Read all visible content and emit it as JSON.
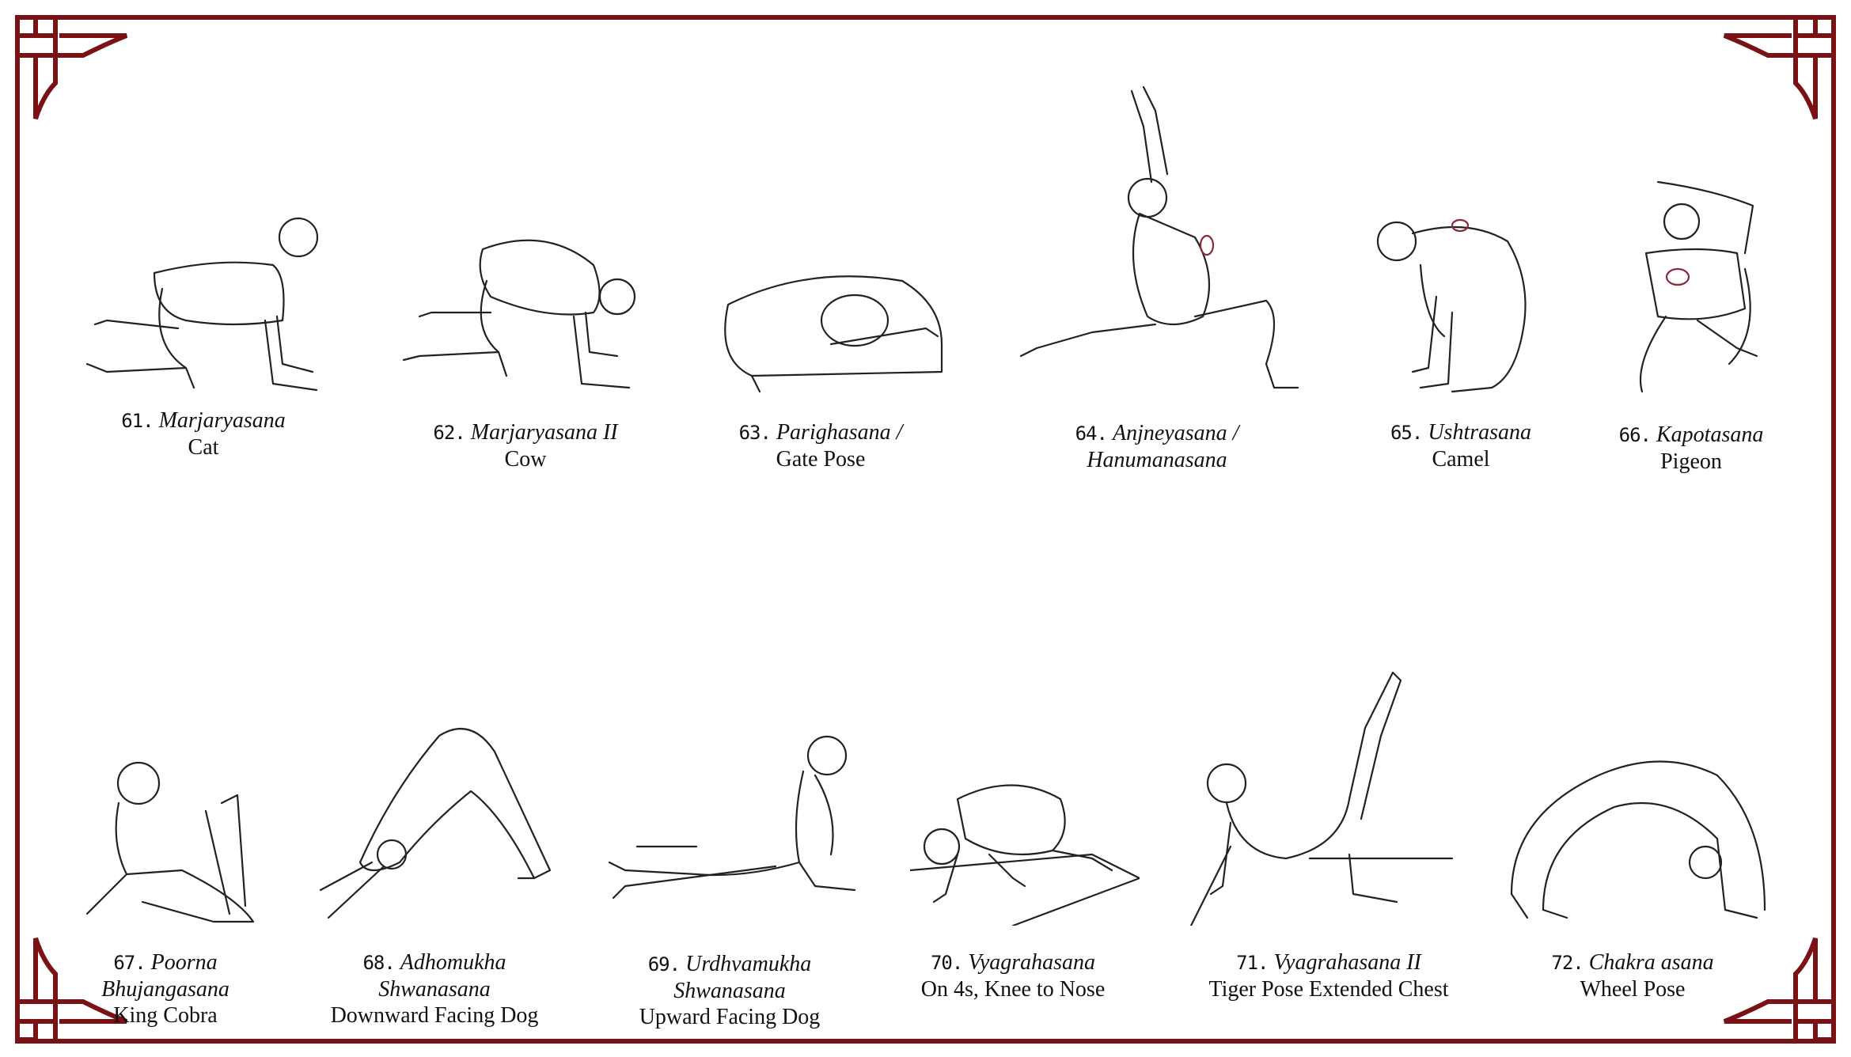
{
  "colors": {
    "border": "#7a1114",
    "line": "#222222",
    "lotus": "#8a2a3a"
  },
  "poses": [
    {
      "number": "61.",
      "sanskrit": "Marjaryasana",
      "english": "Cat"
    },
    {
      "number": "62.",
      "sanskrit": "Marjaryasana II",
      "english": "Cow"
    },
    {
      "number": "63.",
      "sanskrit": "Parighasana /",
      "english": "Gate Pose"
    },
    {
      "number": "64.",
      "sanskrit": "Anjneyasana /",
      "sanskrit2": "Hanumanasana"
    },
    {
      "number": "65.",
      "sanskrit": "Ushtrasana",
      "english": "Camel"
    },
    {
      "number": "66.",
      "sanskrit": "Kapotasana",
      "english": "Pigeon"
    },
    {
      "number": "67.",
      "sanskrit": "Poorna",
      "sanskrit2": "Bhujangasana",
      "english": "King Cobra"
    },
    {
      "number": "68.",
      "sanskrit": "Adhomukha",
      "sanskrit2": "Shwanasana",
      "english": "Downward Facing Dog"
    },
    {
      "number": "69.",
      "sanskrit": "Urdhvamukha",
      "sanskrit2": "Shwanasana",
      "english": "Upward Facing Dog"
    },
    {
      "number": "70.",
      "sanskrit": "Vyagrahasana",
      "english": "On 4s, Knee to Nose"
    },
    {
      "number": "71.",
      "sanskrit": "Vyagrahasana II",
      "english": "Tiger Pose Extended Chest"
    },
    {
      "number": "72.",
      "sanskrit": "Chakra asana",
      "english": "Wheel Pose"
    }
  ]
}
